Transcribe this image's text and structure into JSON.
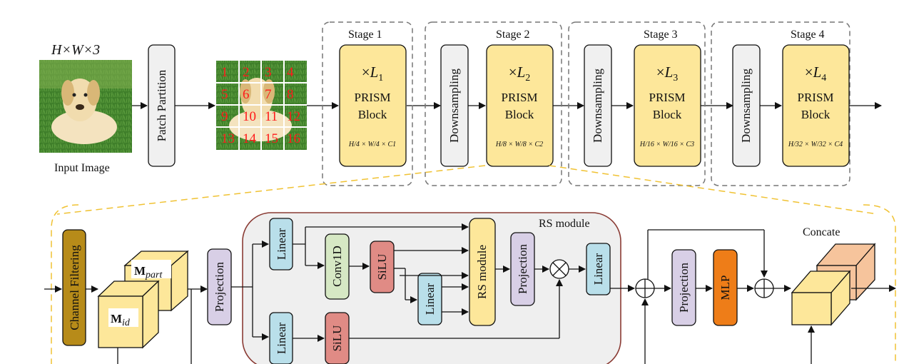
{
  "top": {
    "input_dims": "H×W×3",
    "input_label": "Input Image",
    "patch_partition": "Patch Partition",
    "grid_numbers": [
      "1",
      "2",
      "3",
      "4",
      "5",
      "6",
      "7",
      "8",
      "9",
      "10",
      "11",
      "12",
      "13",
      "14",
      "15",
      "16"
    ],
    "stages": [
      {
        "title": "Stage 1",
        "repeat": "×L1",
        "block": "PRISM",
        "block2": "Block",
        "dims": "H/4 × W/4 × C1"
      },
      {
        "title": "Stage 2",
        "repeat": "×L2",
        "block": "PRISM",
        "block2": "Block",
        "dims": "H/8 × W/8 × C2",
        "downsampling": "Downsampling"
      },
      {
        "title": "Stage 3",
        "repeat": "×L3",
        "block": "PRISM",
        "block2": "Block",
        "dims": "H/16 × W/16 × C3",
        "downsampling": "Downsampling"
      },
      {
        "title": "Stage 4",
        "repeat": "×L4",
        "block": "PRISM",
        "block2": "Block",
        "dims": "H/32 × W/32 × C4",
        "downsampling": "Downsampling"
      }
    ]
  },
  "bottom": {
    "channel_filtering": "Channel Filtering",
    "m_part": "Mpart",
    "m_id": "Mid",
    "projection": "Projection",
    "rs_module_title": "RS module",
    "linear": "Linear",
    "conv1d": "Conv1D",
    "silu": "SiLU",
    "rs_module_inner": "RS module",
    "mlp": "MLP",
    "concate": "Concate"
  },
  "colors": {
    "prism": "#fde79a",
    "prism_border": "#c9a227",
    "gray_box": "#f0f0f0",
    "linear": "#b9dfea",
    "conv": "#d6e8c4",
    "silu": "#e08b85",
    "projection": "#d8cfe6",
    "mlp": "#ee7d18",
    "channel_filtering": "#b78b19",
    "rs_bg": "#efefef",
    "rs_border": "#8a3b34",
    "cube": "#fde79a",
    "concat_cube": "#f6c49c"
  }
}
